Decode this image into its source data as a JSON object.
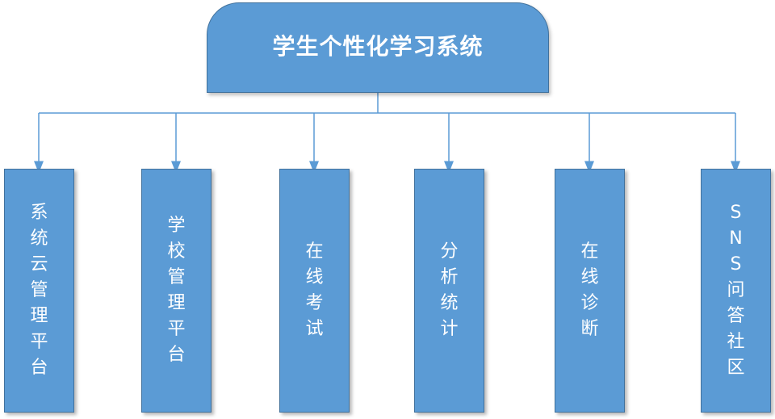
{
  "diagram": {
    "root": {
      "label": "学生个性化学习系统"
    },
    "children": [
      {
        "label": "系统云管理平台"
      },
      {
        "label": "学校管理平台"
      },
      {
        "label": "在线考试"
      },
      {
        "label": "分析统计"
      },
      {
        "label": "在线诊断"
      },
      {
        "label": "SNS问答社区"
      }
    ],
    "colors": {
      "box_fill": "#5b9bd5",
      "box_border": "#41719c",
      "connector": "#5b9bd5",
      "text": "#ffffff"
    }
  }
}
